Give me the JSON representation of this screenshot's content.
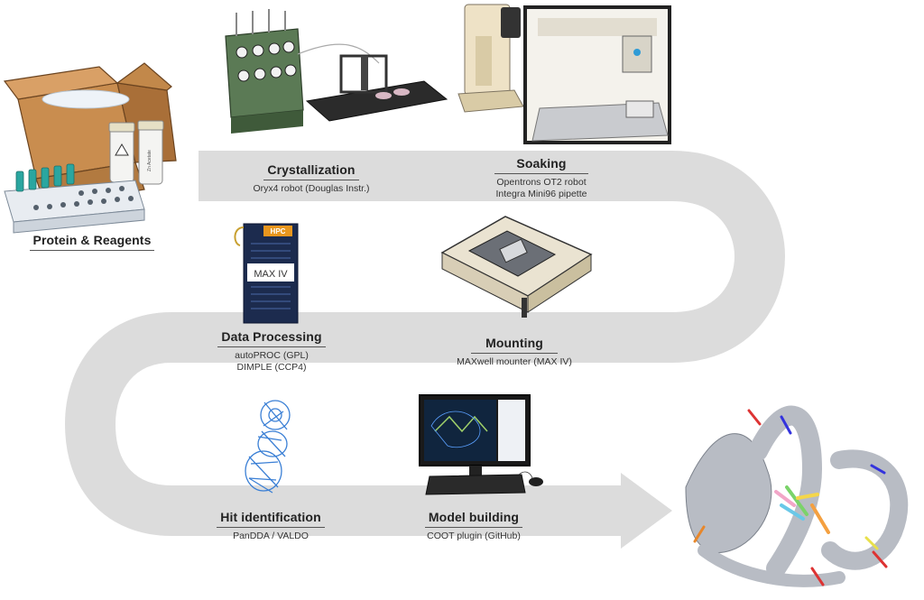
{
  "stages": {
    "protein": {
      "title": "Protein & Reagents"
    },
    "crystallization": {
      "title": "Crystallization",
      "lines": [
        "Oryx4 robot (Douglas Instr.)"
      ]
    },
    "soaking": {
      "title": "Soaking",
      "lines": [
        "Opentrons OT2 robot",
        "Integra Mini96 pipette"
      ]
    },
    "data_processing": {
      "title": "Data Processing",
      "lines": [
        "autoPROC (GPL)",
        "DIMPLE (CCP4)"
      ]
    },
    "mounting": {
      "title": "Mounting",
      "lines": [
        "MAXwell mounter (MAX IV)"
      ]
    },
    "hit_identification": {
      "title": "Hit identification",
      "lines": [
        "PanDDA / VALDO"
      ]
    },
    "model_building": {
      "title": "Model building",
      "lines": [
        "COOT plugin (GitHub)"
      ]
    }
  },
  "illustrations": {
    "hpc_badge": "HPC",
    "hpc_brand": "MAX IV",
    "tube_label": "Zn Acetate"
  },
  "colors": {
    "path": "#dcdcdc",
    "text": "#222222",
    "mesh": "#3a7fd5",
    "protein_ribbon": "#b8bcc4"
  },
  "icons": [
    "box-icon",
    "reagent-tube-icon",
    "vial-rack-icon",
    "crystallization-robot-icon",
    "liquid-handler-icon",
    "hpc-server-icon",
    "mounter-icon",
    "density-mesh-icon",
    "monitor-icon",
    "keyboard-icon",
    "mouse-icon",
    "protein-structure-icon"
  ]
}
